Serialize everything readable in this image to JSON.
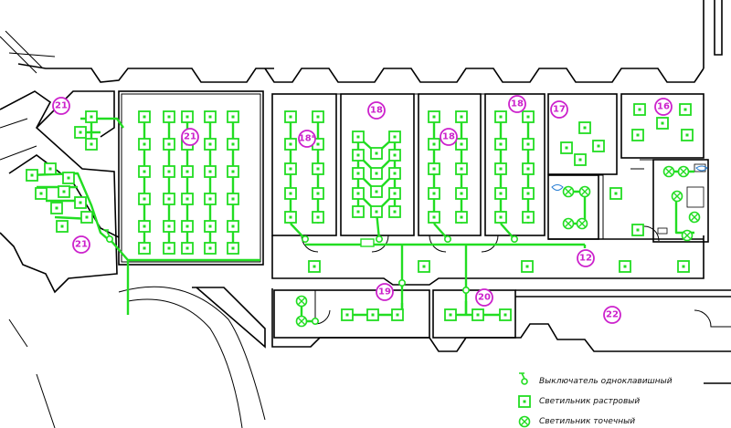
{
  "legend": {
    "switch_label": "Выключатель одноклавишный",
    "grid_lamp_label": "Светильник растровый",
    "spot_lamp_label": "Светильник точечный"
  },
  "rooms": [
    {
      "id": "room-21-a",
      "label": "21"
    },
    {
      "id": "room-21-b",
      "label": "21"
    },
    {
      "id": "room-21-c",
      "label": "21"
    },
    {
      "id": "room-18-a",
      "label": "18ᵃ"
    },
    {
      "id": "room-18-b",
      "label": "18"
    },
    {
      "id": "room-18-c",
      "label": "18"
    },
    {
      "id": "room-18-d",
      "label": "18"
    },
    {
      "id": "room-17",
      "label": "17"
    },
    {
      "id": "room-16",
      "label": "16"
    },
    {
      "id": "room-12",
      "label": "12"
    },
    {
      "id": "room-19",
      "label": "19"
    },
    {
      "id": "room-20",
      "label": "20"
    },
    {
      "id": "room-22",
      "label": "22"
    }
  ],
  "colors": {
    "wiring": "#22dd22",
    "room_tag": "#cc22cc",
    "walls": "#000000",
    "plumbing": "#2a7fd4"
  }
}
